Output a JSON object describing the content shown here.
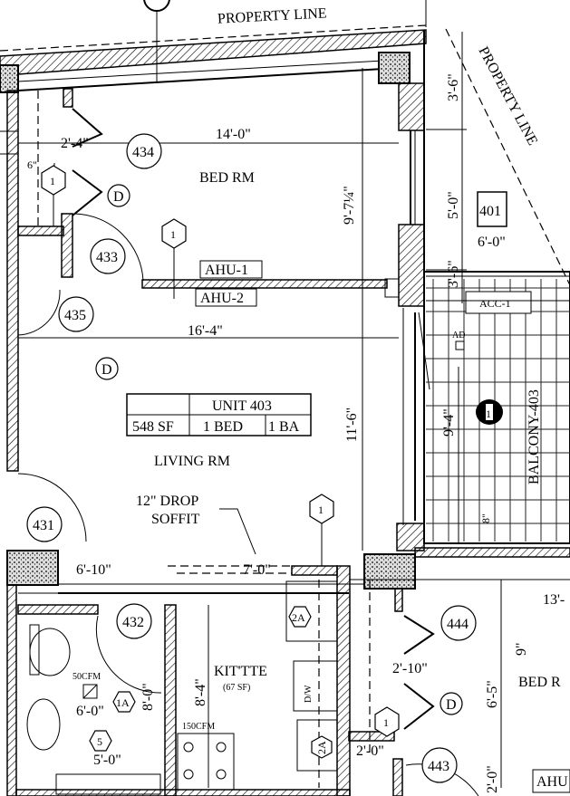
{
  "labels": {
    "property_line_top": "PROPERTY LINE",
    "property_line_right": "PROPERTY LINE",
    "bed_rm": "BED RM",
    "living_rm": "LIVING RM",
    "kitchenette": "KIT'TTE",
    "kitchenette_area": "(67 SF)",
    "drop_soffit_1": "12\" DROP",
    "drop_soffit_2": "SOFFIT",
    "balcony": "BALCONY-403",
    "bed_rm_right": "BED R",
    "dishwasher": "D/W",
    "fan_bath": "50CFM",
    "fan_kitchen": "150CFM",
    "ahu1": "AHU-1",
    "ahu2": "AHU-2",
    "ahu_right": "AHU",
    "acc1": "ACC-1",
    "ad": "AD",
    "area_401": "401"
  },
  "unit_table": {
    "unit": "UNIT 403",
    "area": "548 SF",
    "beds": "1 BED",
    "baths": "1 BA"
  },
  "room_tags": [
    "434",
    "433",
    "435",
    "431",
    "432",
    "444",
    "443"
  ],
  "door_tags": [
    "D",
    "D",
    "D"
  ],
  "hex_tags": [
    "1",
    "1",
    "1",
    "1",
    "1A",
    "5",
    "2A",
    "2A"
  ],
  "balcony_tag": "1",
  "dimensions": {
    "bed_width": "14'-0\"",
    "closet_depth": "2'-4\"",
    "six_in": "6\"",
    "bed_height": "9'-7¼\"",
    "living_width": "16'-4\"",
    "living_height": "11'-6\"",
    "right_3_6_top": "3'-6\"",
    "right_5_0": "5'-0\"",
    "right_6_0": "6'-0\"",
    "right_3_6_bot": "3'-6\"",
    "balcony_9_4": "9'-4\"",
    "balcony_8": "8\"",
    "bath_6_10": "6'-10\"",
    "kit_7_0": "7'-0\"",
    "kit_8_4": "8'-4\"",
    "bath_6_0": "6'-0\"",
    "bath_8_0": "8'-0\"",
    "bath_5_0": "5'-0\"",
    "r_2_10": "2'-10\"",
    "r_6_5": "6'-5\"",
    "r_13": "13'-",
    "r_9": "9\"",
    "r_2_0a": "2'-0\"",
    "r_2_0b": "2'-0\""
  }
}
